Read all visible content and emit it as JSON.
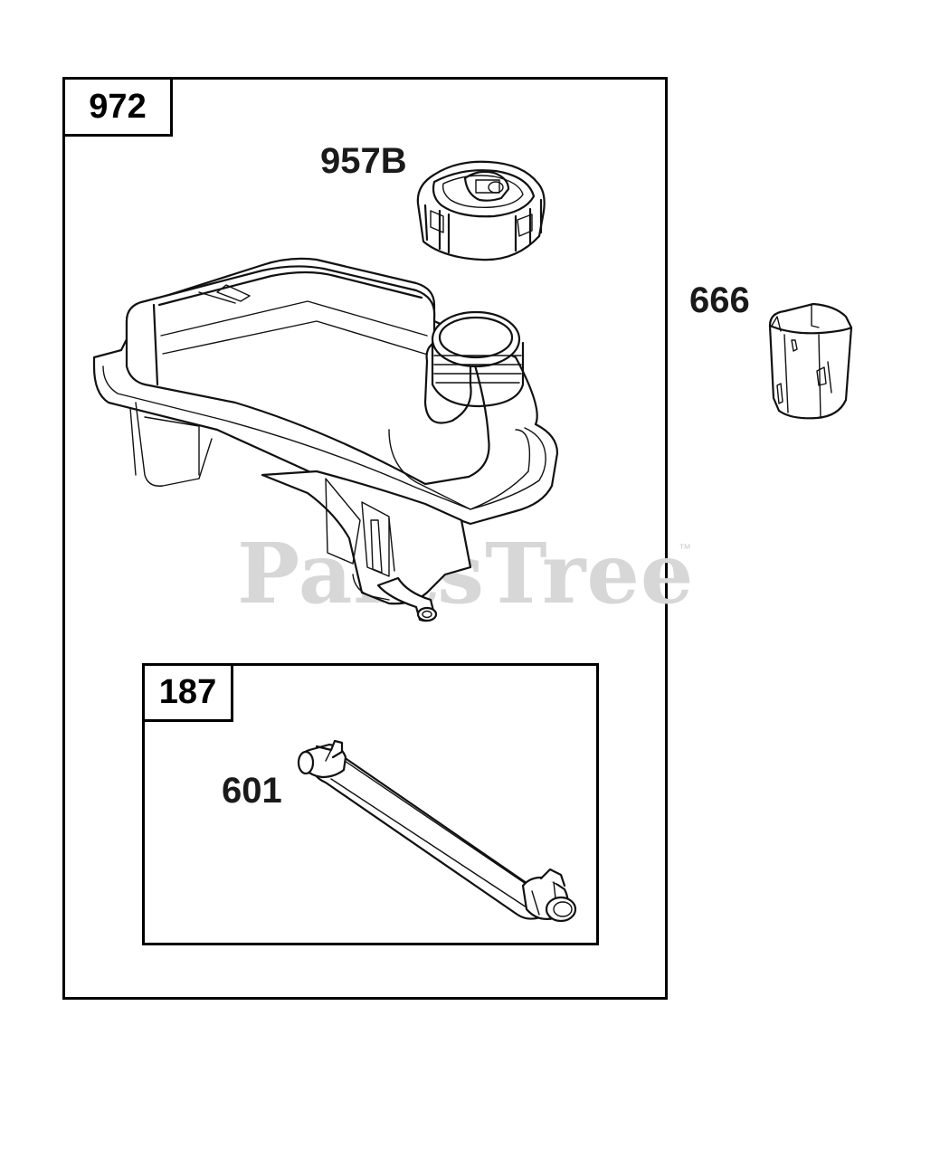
{
  "assembly": {
    "outer_kit_number": "972",
    "inner_kit_number": "187"
  },
  "callouts": {
    "fuel_cap": "957B",
    "fuel_tank_part": "666",
    "fuel_line": "601"
  },
  "watermark": {
    "text": "PartsTree",
    "trademark": "™"
  }
}
